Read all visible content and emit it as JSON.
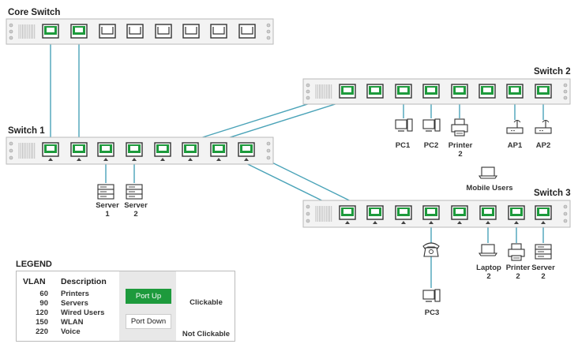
{
  "switches": {
    "core": {
      "title": "Core Switch"
    },
    "s1": {
      "title": "Switch 1"
    },
    "s2": {
      "title": "Switch 2"
    },
    "s3": {
      "title": "Switch 3"
    }
  },
  "devices": {
    "pc1": "PC1",
    "pc2": "PC2",
    "printer_s2": "Printer\n2",
    "ap1": "AP1",
    "ap2": "AP2",
    "server1": "Server\n1",
    "server2": "Server\n2",
    "mobile_users": "Mobile Users",
    "pc3": "PC3",
    "laptop2": "Laptop\n2",
    "printer_s3": "Printer\n2",
    "server_s3": "Server\n2"
  },
  "legend": {
    "title": "LEGEND",
    "vlan_header": "VLAN",
    "desc_header": "Description",
    "rows": [
      {
        "vlan": "60",
        "desc": "Printers"
      },
      {
        "vlan": "90",
        "desc": "Servers"
      },
      {
        "vlan": "120",
        "desc": "Wired Users"
      },
      {
        "vlan": "150",
        "desc": "WLAN"
      },
      {
        "vlan": "220",
        "desc": "Voice"
      }
    ],
    "port_up": "Port Up",
    "port_down": "Port Down",
    "clickable": "Clickable",
    "not_clickable": "Not Clickable"
  },
  "colors": {
    "port_up": "#1d9a3c",
    "link": "#4aa3b8",
    "chassis": "#f3f3f3"
  }
}
